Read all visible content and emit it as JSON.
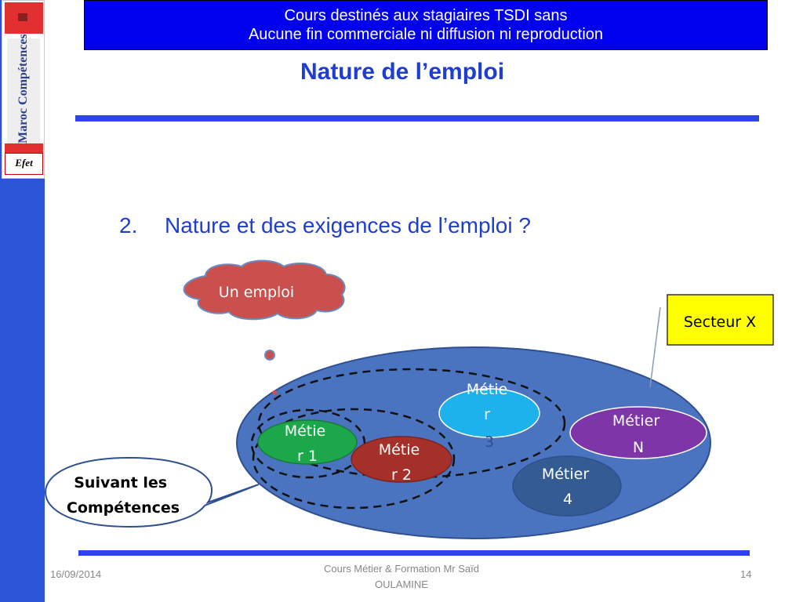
{
  "logo": {
    "brand": "Maroc Compétences",
    "efet": "Efet"
  },
  "banner": {
    "line1": "Cours destinés aux stagiaires TSDI sans",
    "line2": "Aucune fin commerciale ni diffusion ni reproduction"
  },
  "title": "Nature de l’emploi",
  "question": {
    "number": "2.",
    "text": "Nature et des exigences de l’emploi ?"
  },
  "diagram": {
    "thought_cloud": "Un emploi",
    "sector_box": "Secteur X",
    "callout": [
      "Suivant les",
      "Compétences"
    ],
    "jobs": {
      "metier1": [
        "Métie",
        "r 1"
      ],
      "metier2": [
        "Métie",
        "r 2"
      ],
      "metier3": [
        "Métie",
        "r",
        "3"
      ],
      "metier4": [
        "Métier",
        "4"
      ],
      "metierN": [
        "Métier",
        "N"
      ]
    },
    "colors": {
      "sector_ellipse": "#4a74bf",
      "metier1": "#1ca84a",
      "metier2": "#a5302a",
      "metier3": "#1eb2ec",
      "metier4": "#355b93",
      "metierN": "#7d35a8",
      "cloud": "#c9504d",
      "sector_box": "#ffff00"
    }
  },
  "footer": {
    "date": "16/09/2014",
    "center_line1": "Cours Métier & Formation  Mr Saïd",
    "center_line2": "OULAMINE",
    "page": "14"
  }
}
